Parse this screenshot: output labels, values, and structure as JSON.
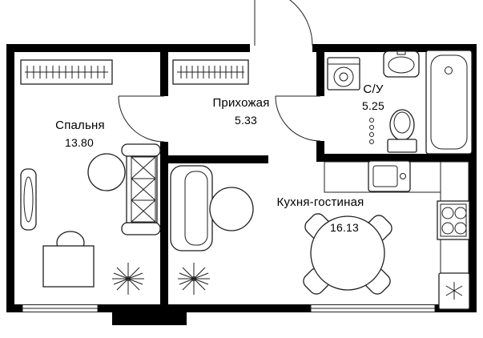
{
  "rooms": {
    "bedroom": {
      "name": "Спальня",
      "area": "13.80"
    },
    "hallway": {
      "name": "Прихожая",
      "area": "5.33"
    },
    "bathroom": {
      "name": "С/У",
      "area": "5.25"
    },
    "kitchen_living": {
      "name": "Кухня-гостиная",
      "area": "16.13"
    }
  },
  "colors": {
    "wall": "#000000",
    "line": "#1f1f1f",
    "background": "#ffffff"
  }
}
